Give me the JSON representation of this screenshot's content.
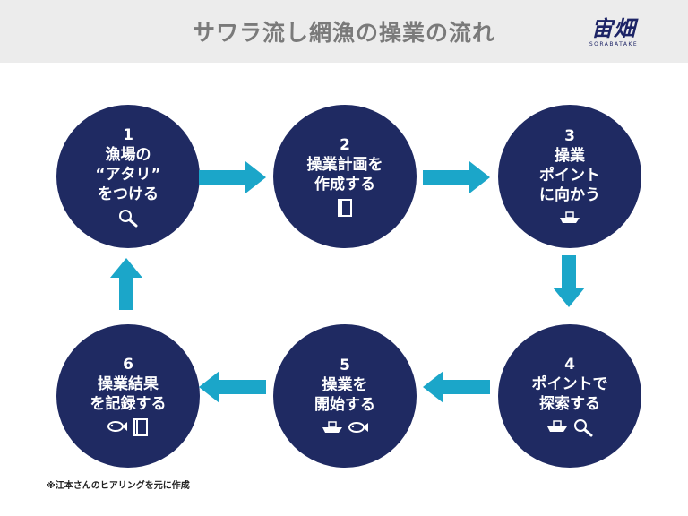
{
  "header": {
    "title": "サワラ流し網漁の操業の流れ",
    "logo_text": "宙畑",
    "logo_sub": "SORABATAKE"
  },
  "steps": [
    {
      "num": "1",
      "text": "漁場の\n“アタリ”\nをつける",
      "icons": [
        "magnifier-icon"
      ]
    },
    {
      "num": "2",
      "text": "操業計画を\n作成する",
      "icons": [
        "notebook-icon"
      ]
    },
    {
      "num": "3",
      "text": "操業\nポイント\nに向かう",
      "icons": [
        "boat-icon"
      ]
    },
    {
      "num": "4",
      "text": "ポイントで\n探索する",
      "icons": [
        "boat-icon",
        "magnifier-icon"
      ]
    },
    {
      "num": "5",
      "text": "操業を\n開始する",
      "icons": [
        "boat-icon",
        "fish-icon"
      ]
    },
    {
      "num": "6",
      "text": "操業結果\nを記録する",
      "icons": [
        "fish-icon",
        "notebook-icon"
      ]
    }
  ],
  "colors": {
    "circle": "#1f2a62",
    "arrow": "#1ba6c9",
    "header_bg": "#ececec",
    "title": "#7a7a7a"
  },
  "footnote": "※江本さんのヒアリングを元に作成"
}
